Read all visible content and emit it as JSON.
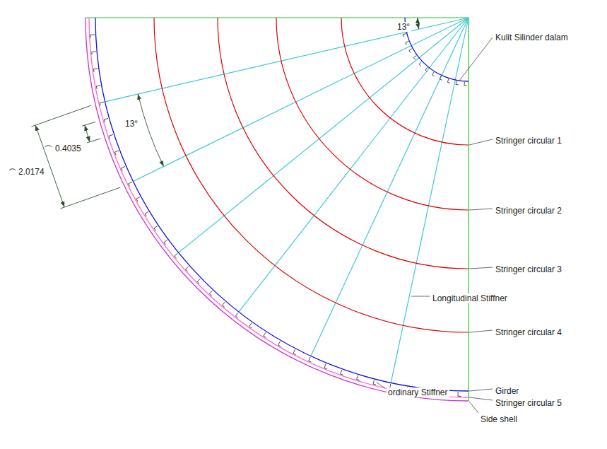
{
  "diagram": {
    "labels": [
      "13°",
      "13°",
      "0.4035",
      "2.0174",
      "Kulit Silinder dalam",
      "Stringer circular 1",
      "Stringer circular 2",
      "Stringer circular 3",
      "Longitudinal Stiffner",
      "Stringer circular 4",
      "ordinary Stiffner",
      "Girder",
      "Stringer circular 5",
      "Side shell"
    ]
  }
}
